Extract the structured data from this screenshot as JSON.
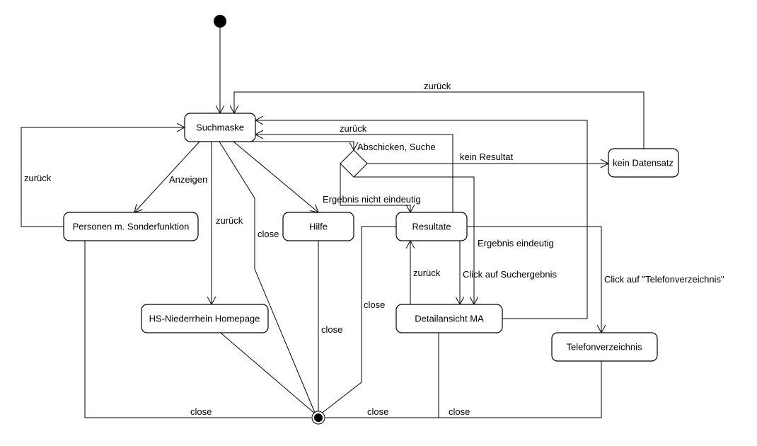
{
  "diagram": {
    "type": "UML state diagram",
    "states": {
      "suchmaske": "Suchmaske",
      "personen": "Personen m. Sonderfunktion",
      "hs_homepage": "HS-Niederrhein Homepage",
      "hilfe": "Hilfe",
      "resultate": "Resultate",
      "detailansicht": "Detailansicht MA",
      "telefonverzeichnis": "Telefonverzeichnis",
      "kein_datensatz": "kein Datensatz"
    },
    "transitions": {
      "init_to_suchmaske": "",
      "kein_datensatz_zurueck": "zurück",
      "resultate_zurueck": "zurück",
      "abschicken_suche": "Abschicken, Suche",
      "kein_resultat": "kein Resultat",
      "ergebnis_nicht_eindeutig": "Ergebnis nicht eindeutig",
      "ergebnis_eindeutig": "Ergebnis eindeutig",
      "personen_zurueck": "zurück",
      "anzeigen": "Anzeigen",
      "homepage_zurueck": "zurück",
      "suchmaske_close": "close",
      "hilfe_close": "close",
      "resultate_close": "close",
      "detail_zurueck": "zurück",
      "click_suchergebnis": "Click auf Suchergebnis",
      "click_telefon": "Click auf \"Telefonverzeichnis\"",
      "personen_close": "close",
      "detail_close": "close",
      "telefon_close": "close"
    }
  }
}
